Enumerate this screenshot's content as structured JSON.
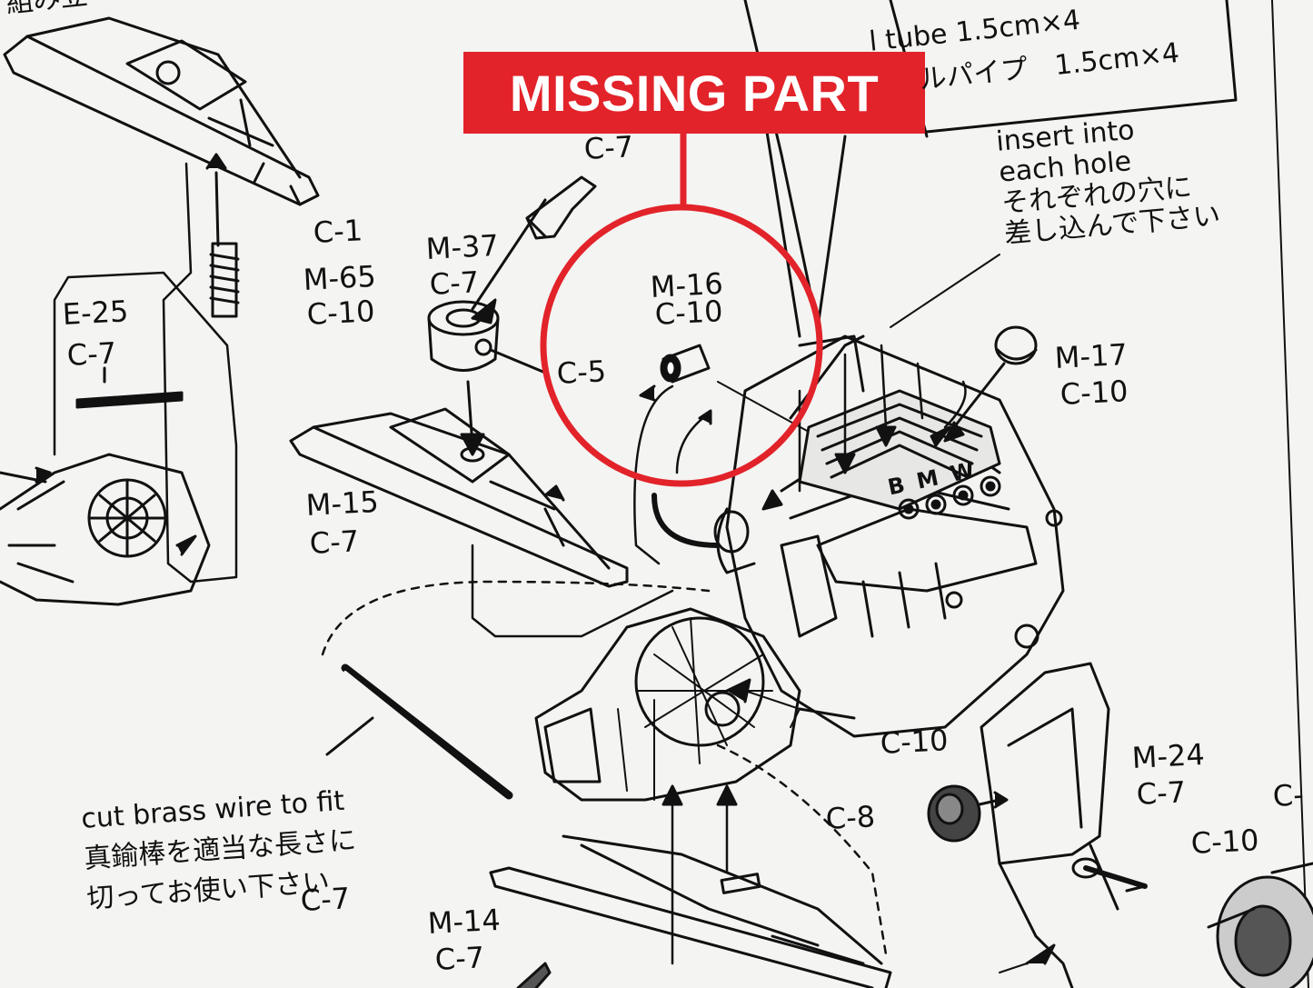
{
  "banner": {
    "text": "MISSING PART"
  },
  "labels": {
    "c1": "C-1",
    "m65": "M-65",
    "c10_a": "C-10",
    "e25": "E-25",
    "c7_a": "C-7",
    "m37": "M-37",
    "c7_b": "C-7",
    "m16": "M-16",
    "c10_b": "C-10",
    "c5": "C-5",
    "m17": "M-17",
    "c10_c": "C-10",
    "m15": "M-15",
    "c7_c": "C-7",
    "c10_d": "C-10",
    "c8": "C-8",
    "m24": "M-24",
    "c7_d": "C-7",
    "c10_e": "C-10",
    "c7_e": "C-7",
    "m14": "M-14",
    "c7_f": "C-7",
    "c_edge": "C-",
    "c7_top": "C-7",
    "bmw": "BMW"
  },
  "notes": {
    "tube_en": "l tube 1.5cm×4",
    "tube_jp": "ルパイプ　1.5cm×4",
    "insert": [
      "insert into",
      "each hole",
      "それぞれの穴に",
      "差し込んで下さい"
    ],
    "wire": [
      "cut brass wire to fit",
      "真鍮棒を適当な長さに",
      "切ってお使い下さい"
    ],
    "corner_jp": "組み立"
  },
  "colors": {
    "accent": "#e2232a",
    "ink": "#111111",
    "paper": "#f4f4f2"
  }
}
